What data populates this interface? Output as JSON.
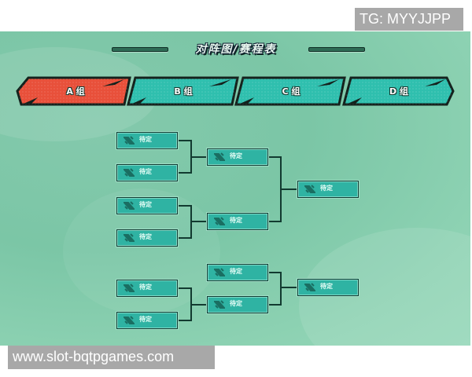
{
  "watermark_top": "TG: MYYJJPP",
  "watermark_bottom": "www.slot-bqtpgames.com",
  "header": {
    "title": "对阵图/赛程表"
  },
  "tabs": [
    {
      "label": "A 组",
      "active": true,
      "color": "#e8503a"
    },
    {
      "label": "B 组",
      "active": false,
      "color": "#2fbfae"
    },
    {
      "label": "C 组",
      "active": false,
      "color": "#2fbfae"
    },
    {
      "label": "D 组",
      "active": false,
      "color": "#2fbfae"
    }
  ],
  "bracket": {
    "team_icon": "team-logo-icon",
    "round1": [
      {
        "team": "待定"
      },
      {
        "team": "待定"
      },
      {
        "team": "待定"
      },
      {
        "team": "待定"
      },
      {
        "team": "待定"
      },
      {
        "team": "待定"
      }
    ],
    "round2": [
      {
        "team": "待定"
      },
      {
        "team": "待定"
      },
      {
        "team": "待定"
      },
      {
        "team": "待定"
      }
    ],
    "round3": [
      {
        "team": "待定"
      },
      {
        "team": "待定"
      }
    ]
  },
  "colors": {
    "background": "#7fc7a8",
    "match_box": "#2fb3a3",
    "border": "#0f3d33",
    "active_tab": "#e8503a",
    "inactive_tab": "#2fbfae"
  }
}
